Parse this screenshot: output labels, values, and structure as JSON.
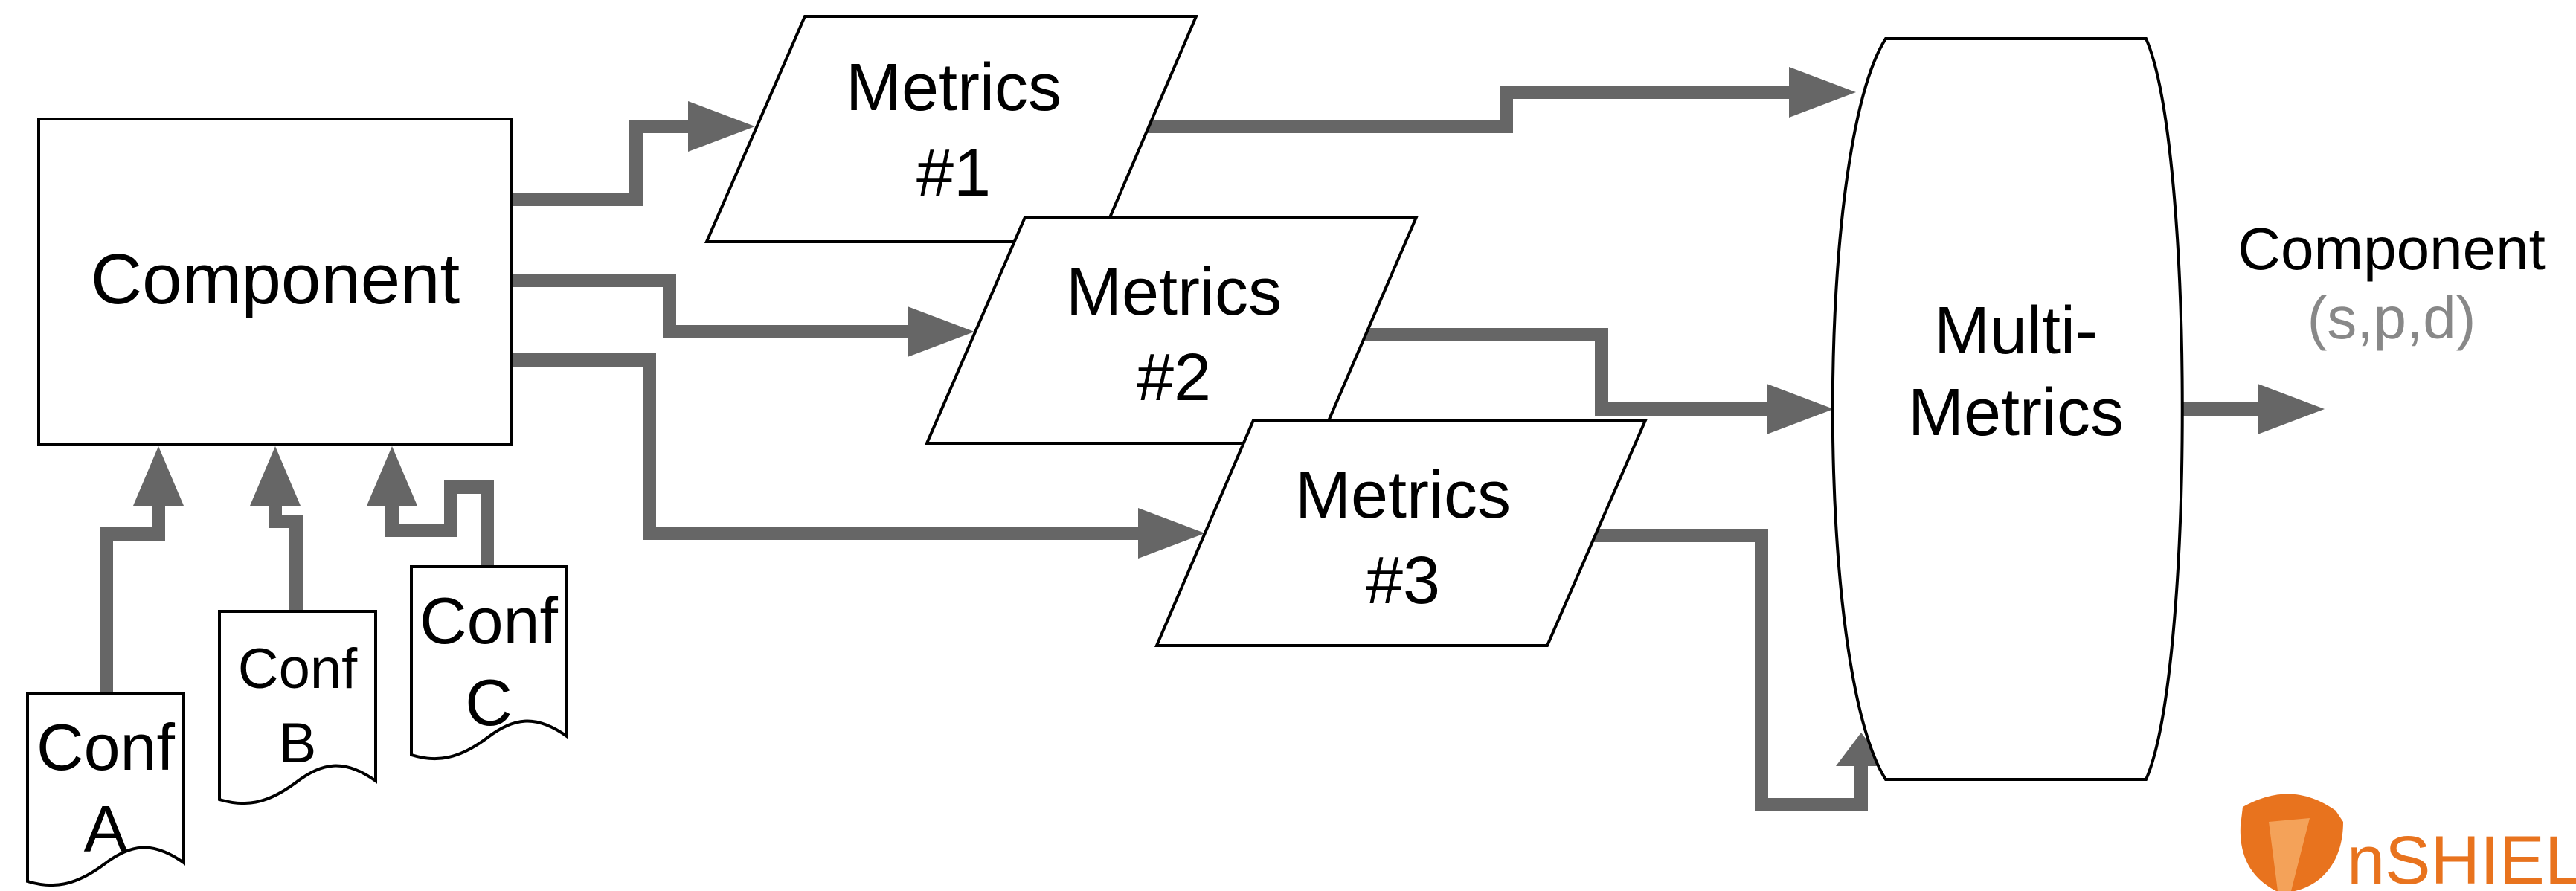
{
  "nodes": {
    "component": "Component",
    "metrics1": [
      "Metrics",
      "#1"
    ],
    "metrics2": [
      "Metrics",
      "#2"
    ],
    "metrics3": [
      "Metrics",
      "#3"
    ],
    "multi_metrics": [
      "Multi-",
      "Metrics"
    ],
    "conf_a": [
      "Conf",
      "A"
    ],
    "conf_b": [
      "Conf",
      "B"
    ],
    "conf_c": [
      "Conf",
      "C"
    ]
  },
  "output": {
    "title": "Component",
    "subtitle": "(s,p,d)"
  },
  "logo": {
    "text": "nSHIEL",
    "color": "#E8731E"
  },
  "colors": {
    "arrow": "#666666",
    "outline": "#000000",
    "subtitle": "#888888"
  }
}
